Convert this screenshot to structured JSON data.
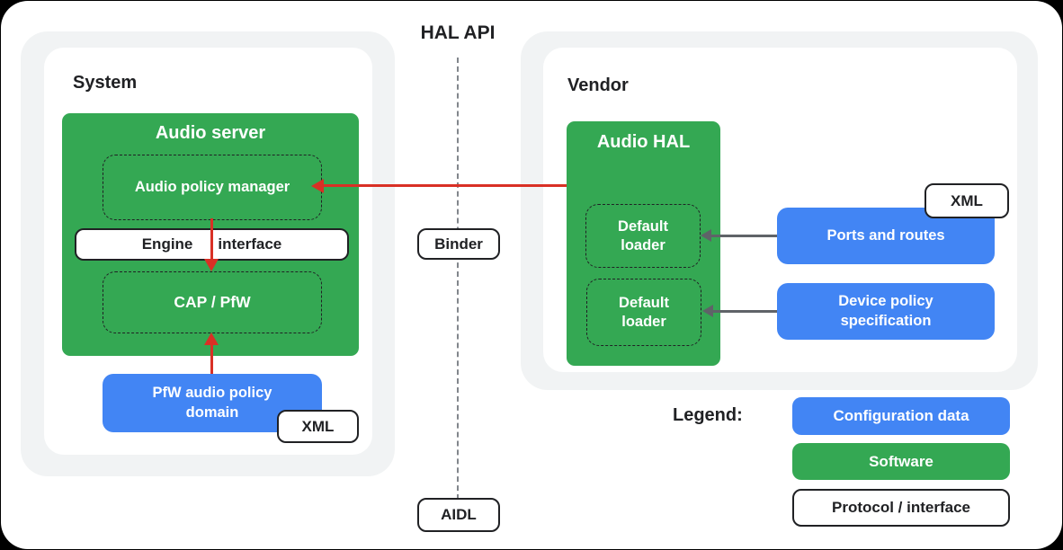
{
  "divider": {
    "title": "HAL API",
    "binder": "Binder",
    "aidl": "AIDL"
  },
  "system": {
    "title": "System",
    "audio_server": {
      "title": "Audio server",
      "policy_manager": "Audio policy manager",
      "engine": "Engine",
      "interface": "interface",
      "cap_pfw": "CAP / PfW"
    },
    "pfw_domain": "PfW audio policy domain",
    "xml": "XML"
  },
  "vendor": {
    "title": "Vendor",
    "audio_hal": {
      "title": "Audio HAL",
      "default_loader_top": "Default loader",
      "default_loader_bottom": "Default loader"
    },
    "xml": "XML",
    "ports_and_routes": "Ports and routes",
    "device_policy": "Device policy specification"
  },
  "legend": {
    "title": "Legend:",
    "items": [
      {
        "label": "Configuration data",
        "color": "#4285F4"
      },
      {
        "label": "Software",
        "color": "#34A853"
      },
      {
        "label": "Protocol / interface",
        "color": "#FFFFFF"
      }
    ]
  },
  "colors": {
    "software_green": "#34A853",
    "config_blue": "#4285F4",
    "arrow_red": "#D93025",
    "arrow_gray": "#5F6368",
    "panel_gray": "#F1F3F4",
    "text_dark": "#202124"
  }
}
